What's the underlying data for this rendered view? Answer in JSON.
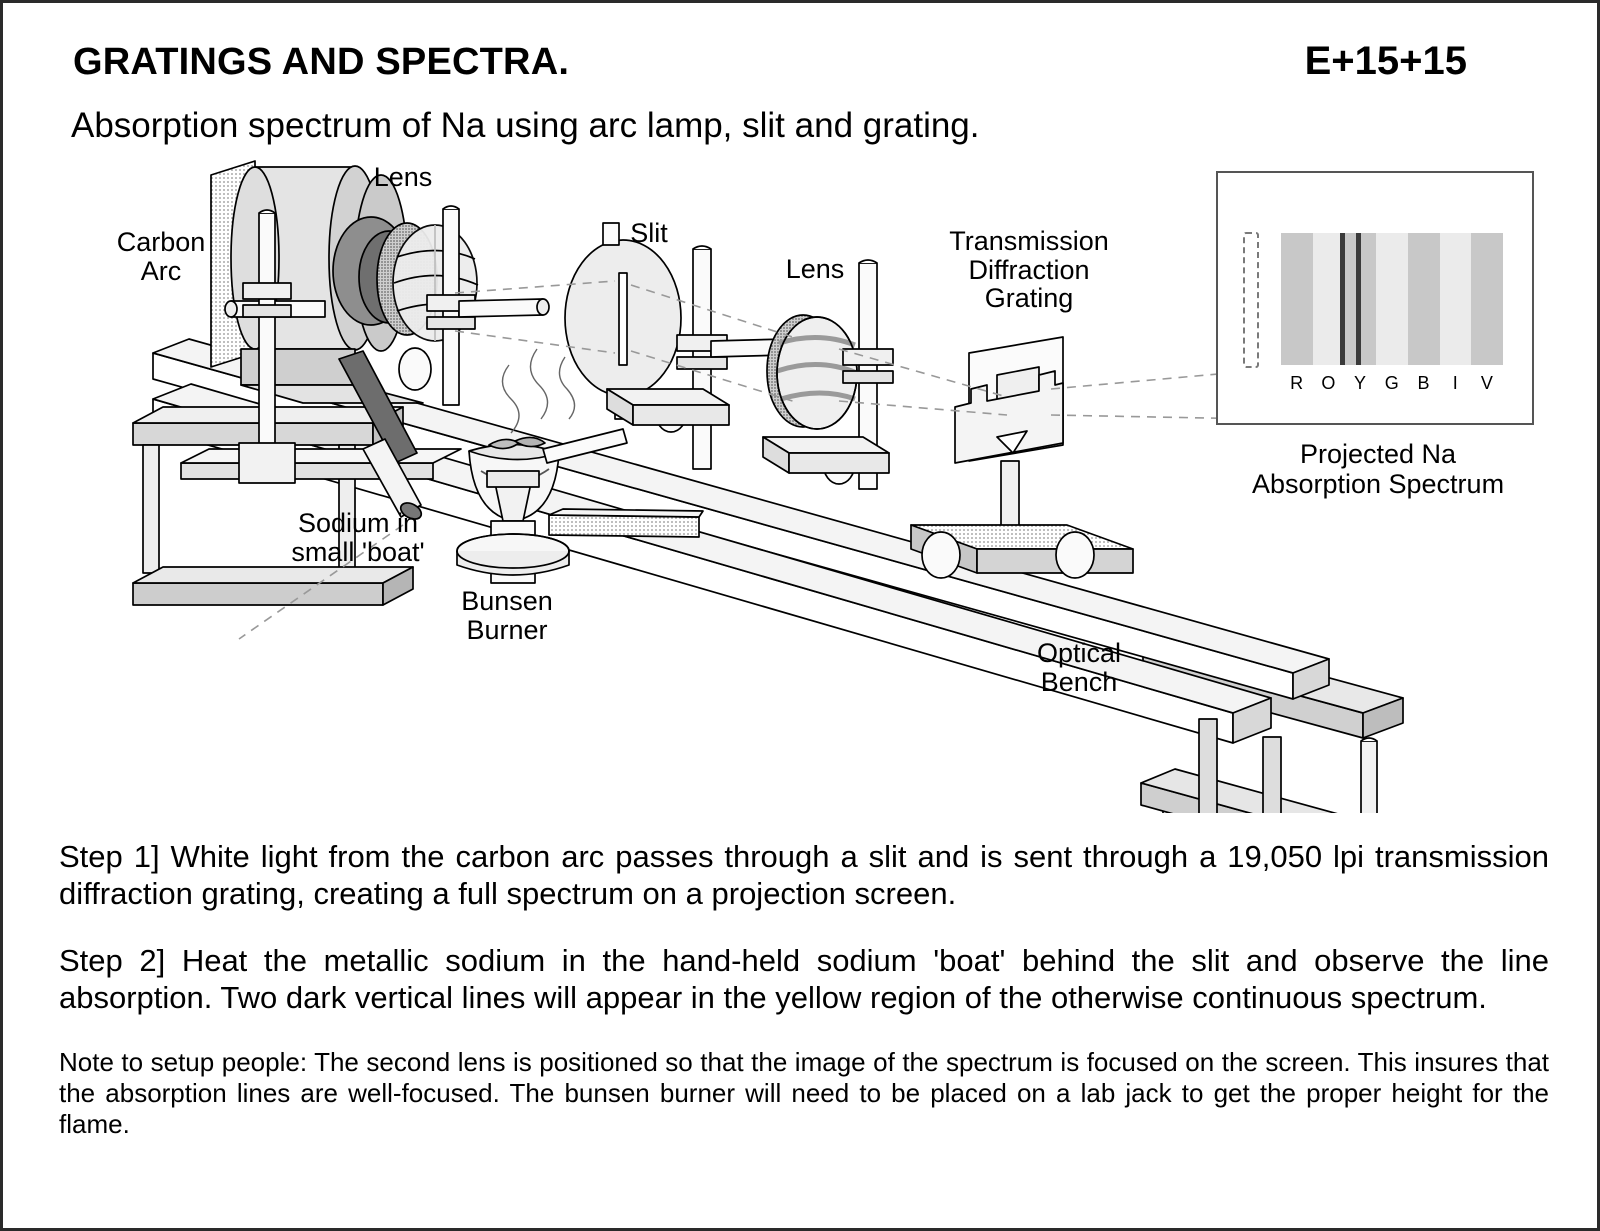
{
  "header": {
    "title": "GRATINGS AND SPECTRA.",
    "code": "E+15+15",
    "subtitle": "Absorption spectrum of Na using arc lamp, slit and grating."
  },
  "diagram": {
    "labels": {
      "carbon_arc": "Carbon\nArc",
      "lens1": "Lens",
      "slit": "Slit",
      "lens2": "Lens",
      "grating": "Transmission\nDiffraction\nGrating",
      "sodium_boat": "Sodium in\nsmall 'boat'",
      "bunsen_burner": "Bunsen\nBurner",
      "optical_bench": "Optical\nBench"
    }
  },
  "spectrum_panel": {
    "caption": "Projected Na\nAbsorption Spectrum",
    "band_letters": [
      "R",
      "O",
      "Y",
      "G",
      "B",
      "I",
      "V"
    ],
    "band_colors": [
      "#c8c8c8",
      "#ebebeb",
      "#c8c8c8",
      "#ebebeb",
      "#c8c8c8",
      "#ebebeb",
      "#c8c8c8"
    ],
    "absorption_line_color": "#3a3a3a",
    "absorption_line_count": 2,
    "absorption_line_region": "Y"
  },
  "body": {
    "step1": "Step 1] White light from the carbon arc passes through a slit and is sent through a 19,050 lpi transmission diffraction grating, creating a full spectrum on a projection screen.",
    "step2": "Step 2] Heat the metallic sodium in the hand-held sodium 'boat' behind the slit and observe the line absorption.  Two dark vertical lines will appear in the yellow region  of the otherwise continuous spectrum.",
    "note": "Note to setup people: The second lens is positioned so that the image of the spectrum is focused on the screen.  This insures that the absorption lines are well-focused.  The bunsen burner will need to be placed on a lab jack to get the proper height for the flame."
  }
}
